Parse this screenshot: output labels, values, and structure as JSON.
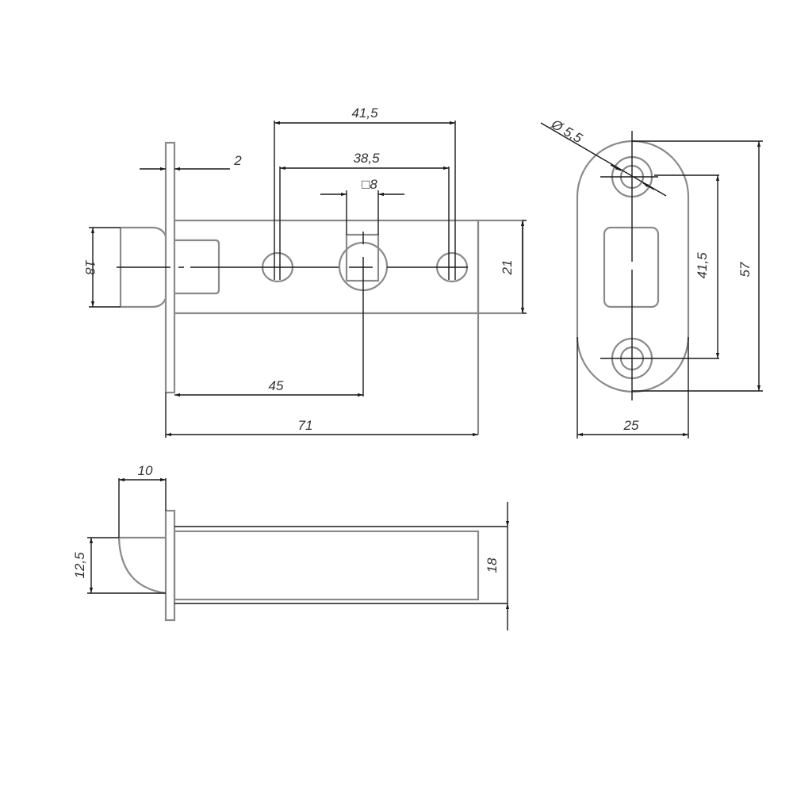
{
  "drawing": {
    "subject": "Door latch technical drawing",
    "colors": {
      "part_outline": "#8a8a8a",
      "dimension_line": "#1a1a1a",
      "text": "#333333",
      "background": "#ffffff"
    }
  },
  "front_view": {
    "dims": {
      "hole_spacing_outer": "41,5",
      "hole_spacing_inner": "38,5",
      "square_spindle": "□8",
      "faceplate_thickness": "2",
      "bolt_height": "18",
      "body_height": "21",
      "backset": "45",
      "total_length": "71"
    }
  },
  "strike_plate_view": {
    "dims": {
      "hole_diameter": "Ø 5,5",
      "hole_spacing": "41,5",
      "plate_height": "57",
      "plate_width": "25"
    }
  },
  "side_view": {
    "dims": {
      "bolt_projection": "10",
      "bolt_curve_height": "12,5",
      "body_thickness": "18"
    }
  }
}
